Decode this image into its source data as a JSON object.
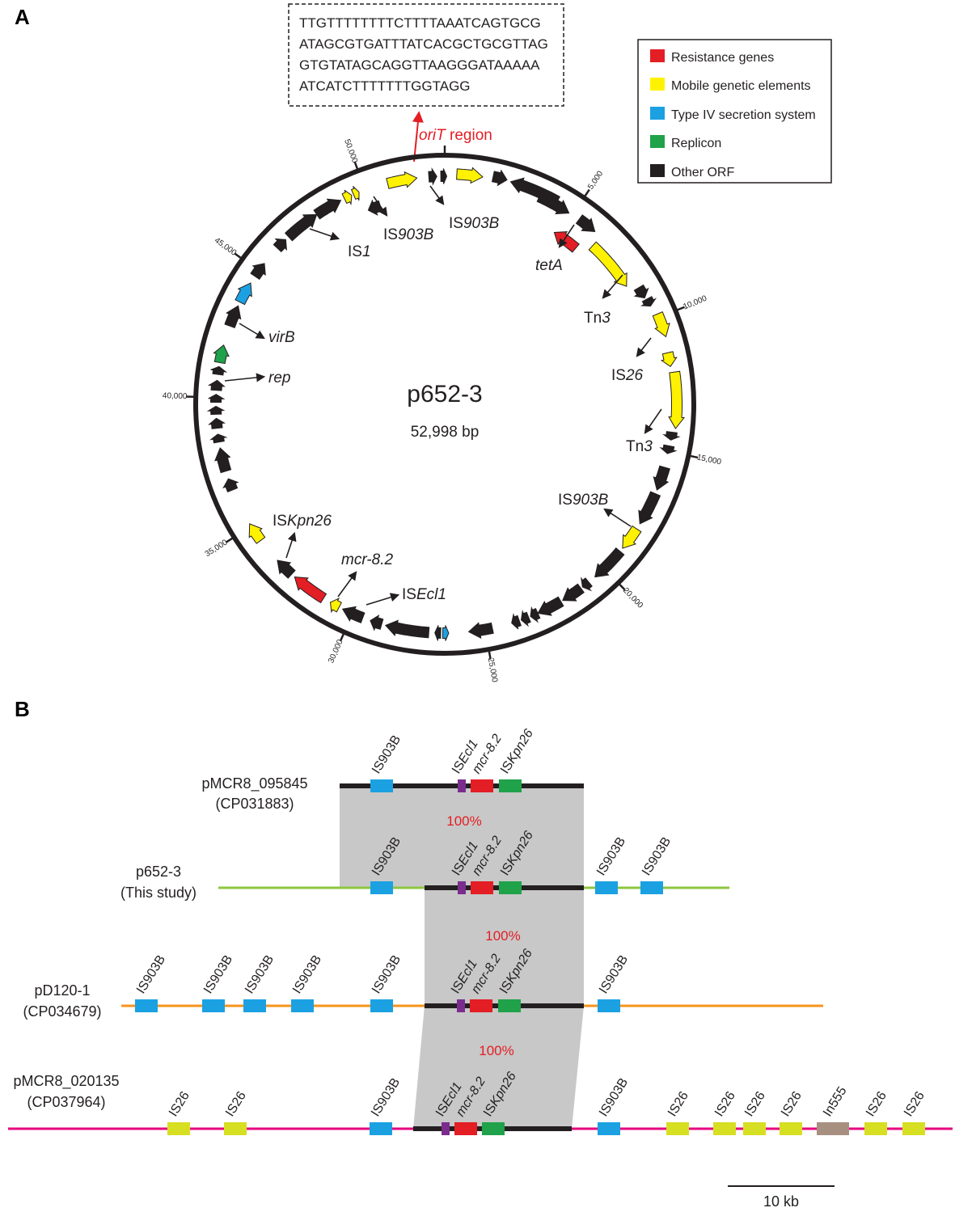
{
  "panel_labels": {
    "a": "A",
    "b": "B"
  },
  "colors": {
    "resistance": "#e31e24",
    "mobile": "#fff200",
    "t4ss": "#1ba1e2",
    "replicon": "#1fa24a",
    "other": "#231f20",
    "oriT": "#e31e24",
    "shade": "#c8c8c8",
    "backbone": "#231f20",
    "IS903B": "#1ba1e2",
    "ISEcl1": "#7b2d8e",
    "mcr": "#e31e24",
    "ISKpn26": "#1fa24a",
    "IS26": "#d7df23",
    "In555": "#a89080"
  },
  "plasmid_map": {
    "name": "p652-3",
    "size_label": "52,998 bp",
    "total_bp": 52998,
    "coord_ticks": [
      "5,000",
      "10,000",
      "15,000",
      "20,000",
      "25,000",
      "30,000",
      "35,000",
      "40,000",
      "45,000",
      "50,000"
    ],
    "oriT": {
      "label_italic": "oriT",
      "label_rest": " region"
    },
    "oriT_sequence": [
      "TTGTTTTTTTTCTTTTAAATCAGTGCG",
      "ATAGCGTGATTTATCACGCTGCGTTAG",
      "GTGTATAGCAGGTTAAGGGATAAAAA",
      "ATCATCTTTTTTTGGTAGG"
    ],
    "legend": [
      {
        "label": "Resistance genes",
        "color": "#e31e24"
      },
      {
        "label": "Mobile genetic elements",
        "color": "#fff200"
      },
      {
        "label": "Type IV secretion system",
        "color": "#1ba1e2"
      },
      {
        "label": "Replicon",
        "color": "#1fa24a"
      },
      {
        "label": "Other ORF",
        "color": "#231f20"
      }
    ],
    "gene_labels": {
      "is903b_a": {
        "pre": "IS",
        "it": "903B"
      },
      "is903b_b": {
        "pre": "IS",
        "it": "903B"
      },
      "is1": {
        "pre": "IS",
        "it": "1"
      },
      "tetA": {
        "pre": "",
        "it": "tetA"
      },
      "tn3_a": {
        "pre": "Tn",
        "it": "3"
      },
      "is26": {
        "pre": "IS",
        "it": "26"
      },
      "tn3_b": {
        "pre": "Tn",
        "it": "3"
      },
      "is903b_c": {
        "pre": "IS",
        "it": "903B"
      },
      "virB": {
        "pre": "",
        "it": "virB"
      },
      "rep": {
        "pre": "",
        "it": "rep"
      },
      "isKpn26": {
        "pre": "IS",
        "it": "Kpn26"
      },
      "mcr": {
        "pre": "",
        "it": "mcr-8.2"
      },
      "isEcl1": {
        "pre": "IS",
        "it": "Ecl1"
      }
    }
  },
  "comparison": {
    "identity_labels": [
      "100%",
      "100%",
      "100%"
    ],
    "scale_bar_label": "10 kb",
    "tracks": [
      {
        "name": "pMCR8_095845",
        "sub": "(CP031883)",
        "line_color": "#231f20",
        "feature_labels": [
          "IS903B",
          "ISEcl1",
          "mcr-8.2",
          "ISKpn26"
        ]
      },
      {
        "name": "p652-3",
        "sub": "(This study)",
        "line_color": "#8dc63f",
        "feature_labels": [
          "IS903B",
          "ISEcl1",
          "mcr-8.2",
          "ISKpn26",
          "IS903B",
          "IS903B"
        ]
      },
      {
        "name": "pD120-1",
        "sub": "(CP034679)",
        "line_color": "#f7941d",
        "feature_labels": [
          "IS903B",
          "IS903B",
          "IS903B",
          "IS903B",
          "IS903B",
          "ISEcl1",
          "mcr-8.2",
          "ISKpn26",
          "IS903B"
        ]
      },
      {
        "name": "pMCR8_020135",
        "sub": "(CP037964)",
        "line_color": "#e6007e",
        "feature_labels": [
          "IS26",
          "IS26",
          "IS903B",
          "ISEcl1",
          "mcr-8.2",
          "ISKpn26",
          "IS903B",
          "IS26",
          "IS26",
          "IS26",
          "IS26",
          "In555",
          "IS26",
          "IS26"
        ]
      }
    ]
  }
}
